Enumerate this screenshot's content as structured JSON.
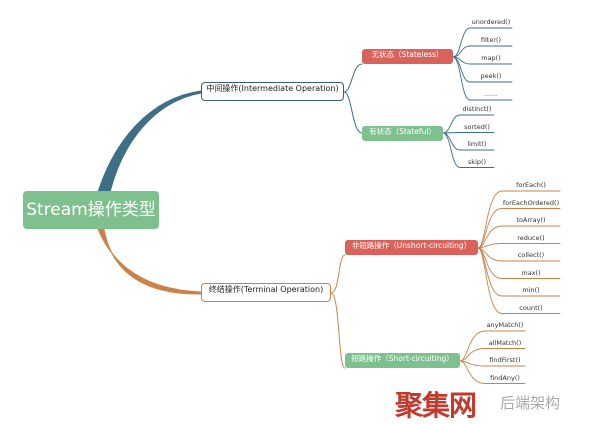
{
  "root": {
    "label": "Stream操作类型",
    "color": "#7fc08f"
  },
  "intermediate": {
    "label": "中间操作(Intermediate Operation)",
    "branch_color": "#3d6f86",
    "stateless": {
      "label": "无状态（Stateless）",
      "color": "#d9625c",
      "items": [
        "unordered()",
        "filter()",
        "map()",
        "peek()",
        "......"
      ]
    },
    "stateful": {
      "label": "有状态（Stateful）",
      "color": "#7fc08f",
      "items": [
        "distinct()",
        "sorted()",
        "limit()",
        "skip()"
      ]
    }
  },
  "terminal": {
    "label": "终结操作(Terminal Operation)",
    "branch_color": "#c9834a",
    "unshort": {
      "label": "非短路操作（Unshort-circuiting）",
      "color": "#d9625c",
      "items": [
        "forEach()",
        "forEachOrdered()",
        "toArray()",
        "reduce()",
        "collect()",
        "max()",
        "min()",
        "count()"
      ]
    },
    "short": {
      "label": "短路操作（Short-circuiting）",
      "color": "#7fc08f",
      "items": [
        "anyMatch()",
        "allMatch()",
        "findFirst()",
        "findAny()"
      ]
    }
  },
  "watermark": {
    "main": "聚集网",
    "sub": "后端架构"
  }
}
